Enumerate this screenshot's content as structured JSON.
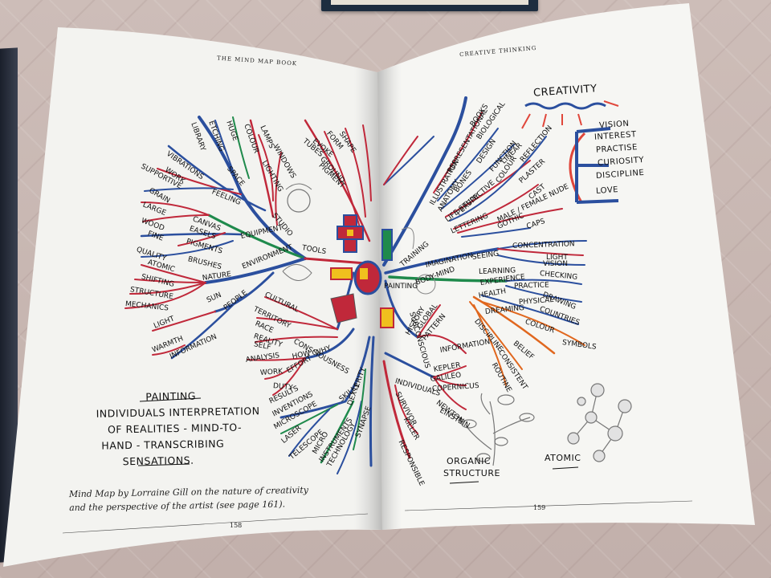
{
  "colors": {
    "red": "#c0283a",
    "green": "#1f8a4c",
    "blue": "#2b4f9e",
    "orange": "#e0671e",
    "page": "#f4f4f1",
    "ink": "#111111"
  },
  "left_page": {
    "running_head": "THE MIND MAP BOOK",
    "page_number": "158",
    "caption_line1": "Mind Map by Lorraine Gill on the nature of creativity",
    "caption_line2": "and the perspective of the artist (see page 161).",
    "painting_note": {
      "title": "PAINTING",
      "lines": [
        "INDIVIDUALS INTERPRETATION",
        "OF REALITIES - MIND-TO-",
        "HAND - TRANSCRIBING",
        "SENSATIONS."
      ]
    },
    "labels": [
      "LIBRARY",
      "ETCHING",
      "HUGE",
      "COLOUR",
      "LAMPS",
      "WINDOWS",
      "LIGHTING",
      "SPACE",
      "VIBRATIONS",
      "WORK",
      "SUPPORTIVE",
      "GRAIN",
      "FEELING",
      "LARGE",
      "CANVAS",
      "WOOD",
      "EASELS",
      "FINE",
      "PIGMENTS",
      "EQUIPMENT",
      "QUALITY",
      "BRUSHES",
      "ATOMIC",
      "SHIFTING",
      "NATURE",
      "ENVIRONMENT",
      "STRUCTURE",
      "MECHANICS",
      "SUN",
      "LIGHT",
      "PEOPLE",
      "WARMTH",
      "INFORMATION",
      "STUDIO",
      "TOOLS",
      "CULTURAL",
      "TERRITORY",
      "RACE",
      "REALITY",
      "SELF",
      "CONSCIOUSNESS",
      "ANALYSIS",
      "HOW",
      "WHY",
      "WORK",
      "EFFORT",
      "DUTY",
      "RESULTS",
      "INVENTIONS",
      "MICROSCOPE",
      "LASER",
      "TELESCOPE",
      "MICRO",
      "INSTRUMENTS",
      "TECHNOLOGY",
      "SKILLS",
      "DEXTERITY",
      "SYNAPSE",
      "EVOKE",
      "FORM",
      "SHAPE",
      "TUBES",
      "GROUND",
      "PIGMENT"
    ]
  },
  "right_page": {
    "running_head": "CREATIVE THINKING",
    "page_number": "159",
    "creativity_title": "CREATIVITY",
    "acrostic": [
      "VISION",
      "INTEREST",
      "PRACTISE",
      "CURIOSITY",
      "DISCIPLINE",
      "LOVE"
    ],
    "organic_label_1": "ORGANIC",
    "organic_label_2": "STRUCTURE",
    "atomic_label": "ATOMIC",
    "labels": [
      "REPRESENTATIONAL",
      "BOOKS",
      "BIOLOGICAL",
      "ILLUSTRATION",
      "DESIGN",
      "FUNCTION",
      "ANATOMY",
      "BONES",
      "COLOUR",
      "PERSPECTIVE",
      "LINEAR",
      "REFLECTION",
      "LIFE STUDY",
      "PLASTER",
      "CAST",
      "LETTERING",
      "MALE / FEMALE NUDE",
      "GOTHIC",
      "CAPS",
      "TRAINING",
      "IMAGINATION",
      "SEEING",
      "CONCENTRATION",
      "LIGHT",
      "VISION",
      "LEARNING",
      "CHECKING",
      "BODY-MIND",
      "EXPERIENCE",
      "PRACTICE",
      "DRAWING",
      "HEALTH",
      "PHYSICAL",
      "COUNTRIES",
      "DREAMING",
      "COLOUR",
      "SYMBOLS",
      "DISCIPLINE",
      "BELIEF",
      "CONSISTENT",
      "ROUTINE",
      "PAINTING",
      "SUBCONSCIOUS",
      "HISTORY",
      "GLOBAL",
      "PATTERN",
      "INFORMATION",
      "KEPLER",
      "GALILEO",
      "COPERNICUS",
      "NEWTON",
      "EINSTEIN",
      "INDIVIDUALS",
      "SURVIVOR",
      "KILLER",
      "RESPONSIBLE"
    ]
  }
}
